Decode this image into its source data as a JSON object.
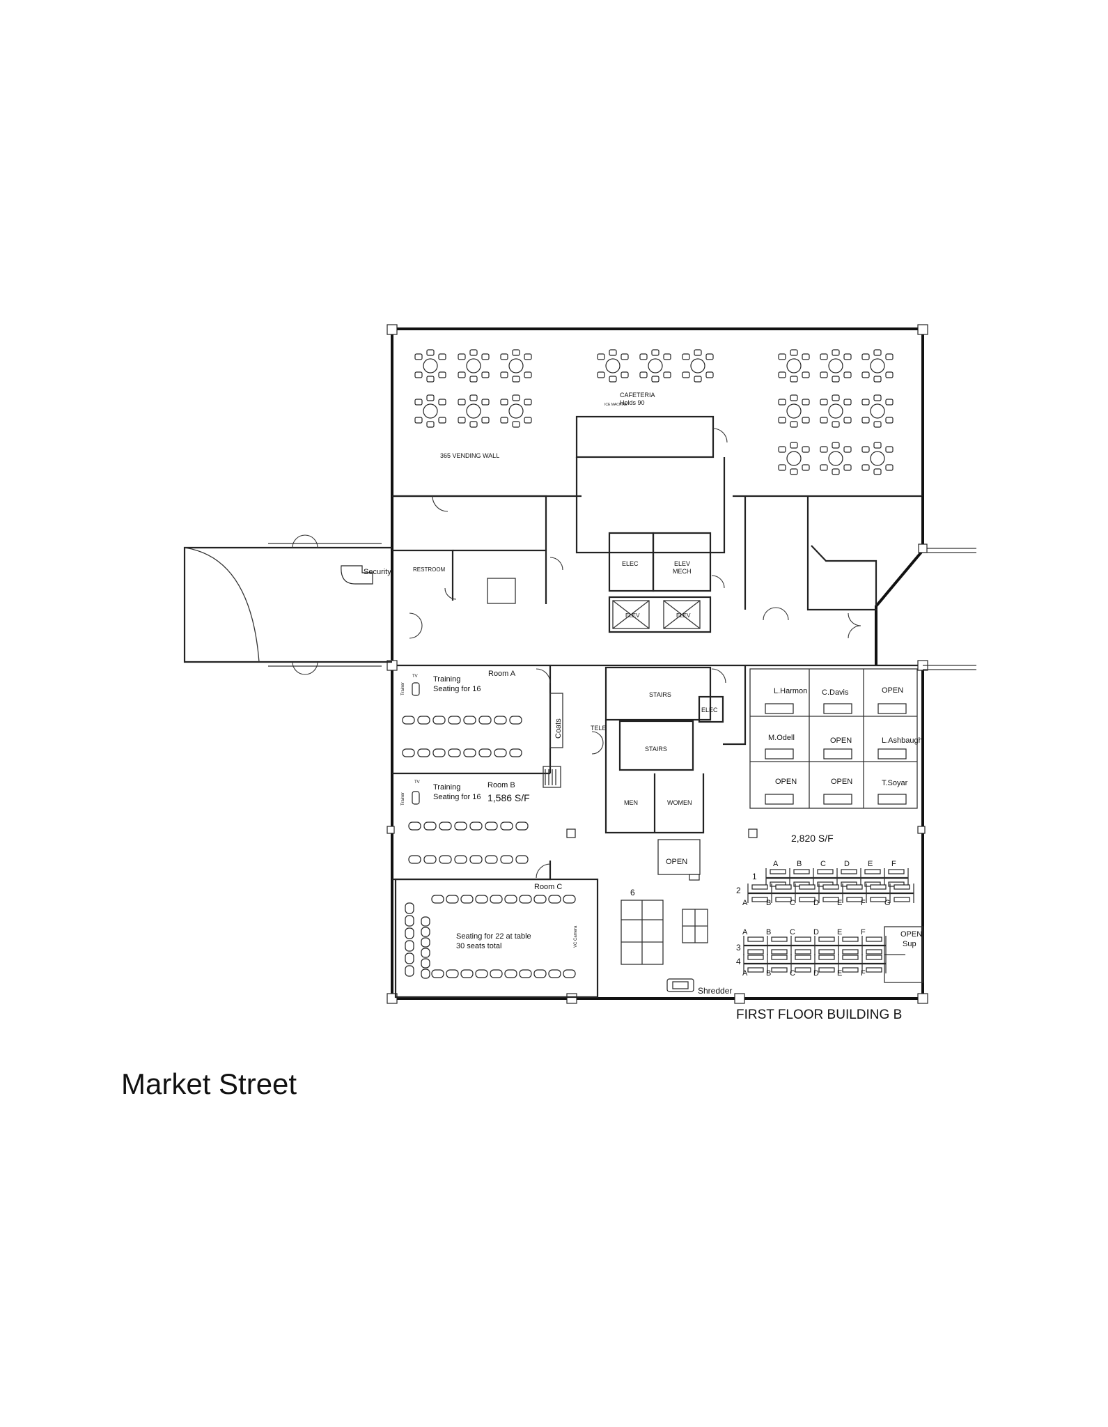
{
  "caption": "FIRST FLOOR BUILDING B",
  "street": "Market Street",
  "rooms": {
    "cafeteria": "CAFETERIA",
    "cafeteria_capacity": "Holds 90",
    "vending": "365 VENDING WALL",
    "ice": "ICE MACHINE",
    "security": "Security",
    "restroom": "RESTROOM",
    "elec": "ELEC",
    "elev_mech_1": "ELEV",
    "elev_mech_2": "MECH",
    "elev_1": "ELEV",
    "elev_2": "ELEV",
    "stairs_1": "STAIRS",
    "stairs_2": "STAIRS",
    "elec_2": "ELEC",
    "tele": "TELE",
    "men": "MEN",
    "women": "WOMEN",
    "coats": "Coats",
    "room_a": "Room A",
    "room_a_training": "Training",
    "room_a_seating": "Seating for 16",
    "room_b": "Room B",
    "room_b_training": "Training",
    "room_b_seating": "Seating for 16",
    "left_area": "1,586  S/F",
    "room_c": "Room C",
    "room_c_seating": "Seating for 22 at table",
    "room_c_total": "30 seats total",
    "right_area": "2,820  S/F",
    "shredder": "Shredder",
    "tv": "TV",
    "trainer": "Trainer",
    "vc_camera": "VC Camera"
  },
  "offices": {
    "harmon": "L.Harmon",
    "davis": "C.Davis",
    "open_1": "OPEN",
    "odell": "M.Odell",
    "open_2": "OPEN",
    "ashbaugh": "L.Ashbaugh",
    "open_3": "OPEN",
    "open_4": "OPEN",
    "soyar": "T.Soyar",
    "open_5": "OPEN",
    "open_sup_1": "OPEN",
    "open_sup_2": "Sup"
  },
  "workstations": {
    "cluster_6": "6",
    "row_1": "1",
    "row_2": "2",
    "row_3": "3",
    "row_4": "4",
    "row1_letters": [
      "A",
      "B",
      "C",
      "D",
      "E",
      "F"
    ],
    "row2_letters": [
      "A",
      "B",
      "C",
      "D",
      "E",
      "F",
      "G"
    ],
    "row3_letters": [
      "A",
      "B",
      "C",
      "D",
      "E",
      "F"
    ],
    "row4_letters": [
      "A",
      "B",
      "C",
      "D",
      "E",
      "F"
    ]
  }
}
